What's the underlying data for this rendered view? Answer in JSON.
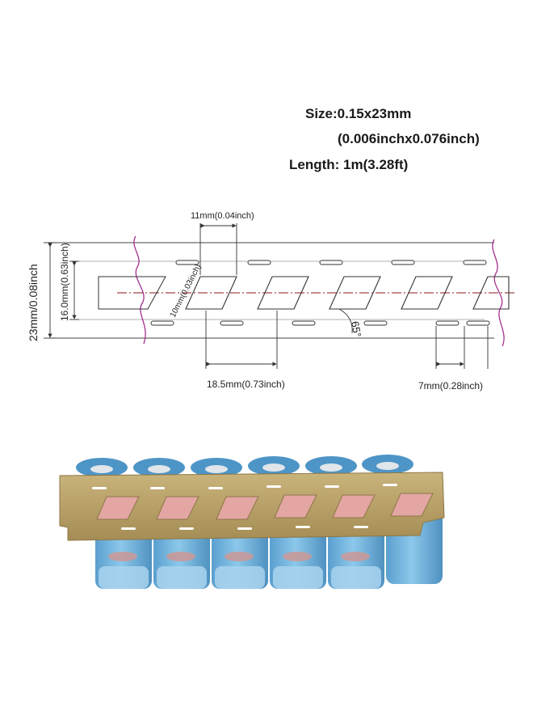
{
  "specs": {
    "size": "Size:0.15x23mm",
    "size_inch": "(0.006inchx0.076inch)",
    "length": "Length: 1m(3.28ft)"
  },
  "dimensions": {
    "slot_width": "11mm(0.04inch)",
    "hole_height": "10mm(0.03inch)",
    "total_width": "23mm/0.08inch",
    "inner_width": "16.0mm(0.63inch)",
    "pitch": "18.5mm(0.73inch)",
    "slot_length": "7mm(0.28inch)",
    "angle": "65°"
  },
  "colors": {
    "line": "#333333",
    "centerline": "#8b1a1a",
    "break_mark": "#a4308e",
    "strip": "#bda56b",
    "battery": "#72b2d8"
  }
}
